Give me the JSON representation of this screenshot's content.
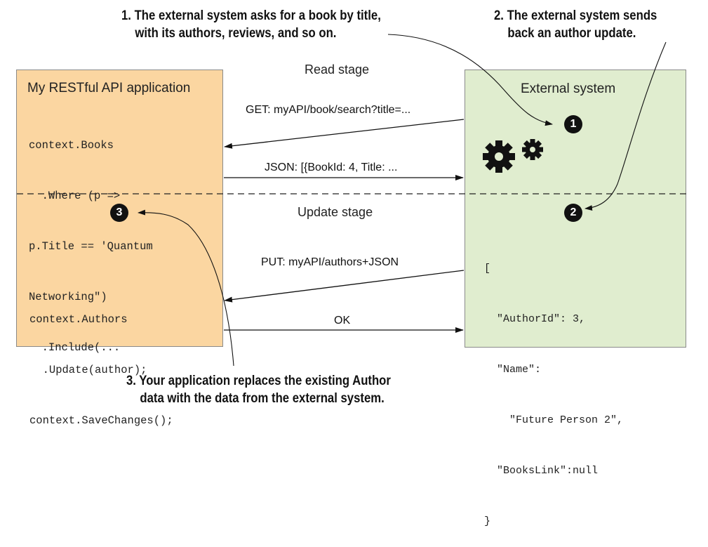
{
  "notes": {
    "note1": {
      "line1": "1. The external system asks for a book by title,",
      "line2": "with its authors, reviews, and so on."
    },
    "note2": {
      "line1": "2. The external system sends",
      "line2": "back an author update."
    },
    "note3": {
      "line1": "3. Your application replaces the existing Author",
      "line2": "data with the data from the external system."
    }
  },
  "left_box": {
    "title": "My RESTful API application",
    "read_code": [
      "context.Books",
      "  .Where (p =>",
      "p.Title == 'Quantum",
      "Networking\")",
      "  .Include(..."
    ],
    "update_code": [
      "context.Authors",
      "  .Update(author);",
      "context.SaveChanges();"
    ],
    "badge": "3",
    "fill_color": "#fbd6a1"
  },
  "right_box": {
    "title": "External system",
    "badge_read": "1",
    "badge_update": "2",
    "json_lines": [
      "[",
      "  \"AuthorId\": 3,",
      "  \"Name\":",
      "    \"Future Person 2\",",
      "  \"BooksLink\":null",
      "}"
    ],
    "icon": "gears-icon",
    "fill_color": "#e0edcf"
  },
  "stages": {
    "read": "Read stage",
    "update": "Update stage"
  },
  "arrows": {
    "get": "GET: myAPI/book/search?title=...",
    "json": "JSON: [{BookId: 4, Title: ...",
    "put": "PUT: myAPI/authors+JSON",
    "ok": "OK"
  }
}
